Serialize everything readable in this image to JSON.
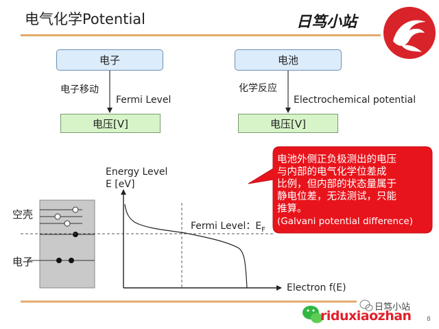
{
  "header": {
    "title": "电气化学Potential",
    "brand": "日笃小站"
  },
  "left_flow": {
    "top_box": "电子",
    "arrow_label_cn": "电子移动",
    "arrow_label_en": "Fermi Level",
    "bottom_box": "电压[V]"
  },
  "right_flow": {
    "top_box": "电池",
    "arrow_label_cn": "化学反应",
    "arrow_label_en": "Electrochemical potential",
    "bottom_box": "电压[V]"
  },
  "callout": {
    "lines": [
      "电池外侧正负极测出的电压",
      "与内部的电气化学位差成",
      "比例，但内部的状态量属于",
      "静电位差，无法测试，只能",
      "推算。",
      "(Galvani potential difference)"
    ],
    "color": "#e8141c"
  },
  "diagram": {
    "y_label_1": "Energy Level",
    "y_label_2": "E [eV]",
    "x_label": "Electron  f(E)",
    "fermi_label": "Fermi Level：E",
    "fermi_sub": "F",
    "hole_label": "空壳",
    "electron_label": "电子"
  },
  "footer": {
    "wechat": "日笃小站",
    "url": "riduxiaozhan",
    "page": "8"
  }
}
